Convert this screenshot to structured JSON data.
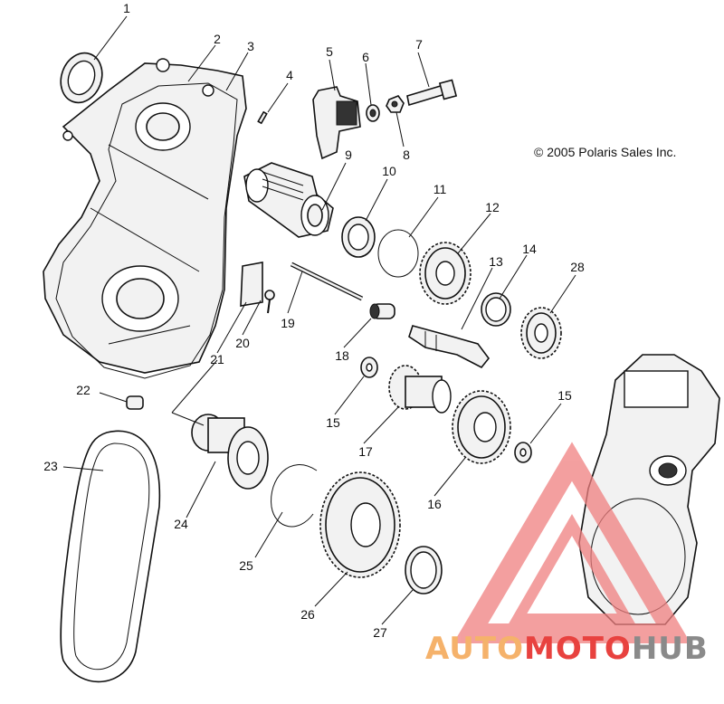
{
  "copyright": "© 2005 Polaris Sales Inc.",
  "callouts": [
    "1",
    "2",
    "3",
    "4",
    "5",
    "6",
    "7",
    "8",
    "9",
    "10",
    "11",
    "12",
    "13",
    "14",
    "15",
    "15",
    "16",
    "17",
    "18",
    "19",
    "20",
    "21",
    "22",
    "23",
    "24",
    "25",
    "26",
    "27",
    "28"
  ],
  "watermark": {
    "text_a": "AUTO",
    "text_b": "MOTO",
    "text_c": "HUB",
    "color_a": "#f5b26b",
    "color_b": "#e8423f",
    "color_c": "#8a8a8a",
    "logo_color": "#f08080"
  }
}
